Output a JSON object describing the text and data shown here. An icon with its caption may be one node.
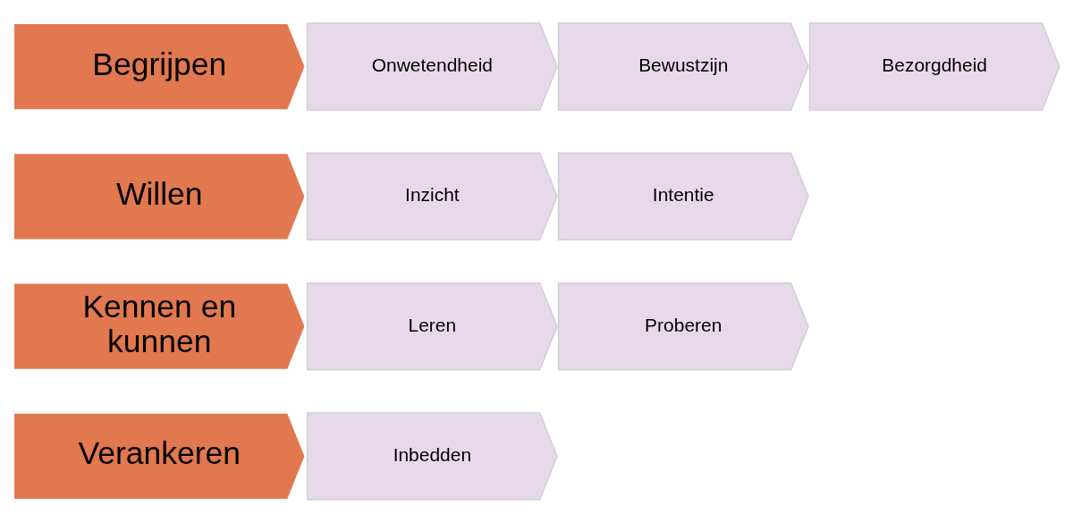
{
  "diagram": {
    "nodes": [
      {
        "text": [
          "Begrijpen"
        ]
      },
      {
        "text": [
          "Onwetendheid"
        ]
      },
      {
        "text": [
          "Bewustzijn"
        ]
      },
      {
        "text": [
          "Bezorgdheid"
        ]
      },
      {
        "text": [
          "Willen"
        ]
      },
      {
        "text": [
          "Inzicht"
        ]
      },
      {
        "text": [
          "Intentie"
        ]
      },
      {
        "text": [
          "Kennen en kunnen"
        ]
      },
      {
        "text": [
          "Leren"
        ]
      },
      {
        "text": [
          "Proberen"
        ]
      },
      {
        "text": [
          "Verankeren"
        ]
      },
      {
        "text": [
          "Inbedden"
        ]
      }
    ],
    "edges": []
  }
}
